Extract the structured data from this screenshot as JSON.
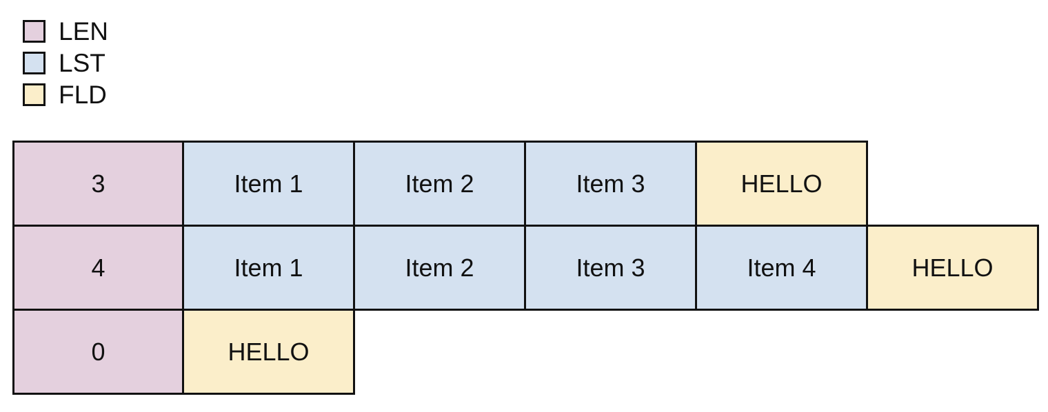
{
  "legend": {
    "items": [
      {
        "key": "LEN",
        "label": "LEN",
        "color": "#e4d0de"
      },
      {
        "key": "LST",
        "label": "LST",
        "color": "#d4e1f0"
      },
      {
        "key": "FLD",
        "label": "FLD",
        "color": "#fbeeca"
      }
    ]
  },
  "diagram": {
    "type": "memory-layout-table",
    "border_color": "#111111",
    "rows": [
      {
        "cells": [
          {
            "text": "3",
            "type": "LEN"
          },
          {
            "text": "Item 1",
            "type": "LST"
          },
          {
            "text": "Item 2",
            "type": "LST"
          },
          {
            "text": "Item 3",
            "type": "LST"
          },
          {
            "text": "HELLO",
            "type": "FLD"
          }
        ]
      },
      {
        "cells": [
          {
            "text": "4",
            "type": "LEN"
          },
          {
            "text": "Item 1",
            "type": "LST"
          },
          {
            "text": "Item 2",
            "type": "LST"
          },
          {
            "text": "Item 3",
            "type": "LST"
          },
          {
            "text": "Item 4",
            "type": "LST"
          },
          {
            "text": "HELLO",
            "type": "FLD"
          }
        ]
      },
      {
        "cells": [
          {
            "text": "0",
            "type": "LEN"
          },
          {
            "text": "HELLO",
            "type": "FLD"
          }
        ]
      }
    ]
  }
}
